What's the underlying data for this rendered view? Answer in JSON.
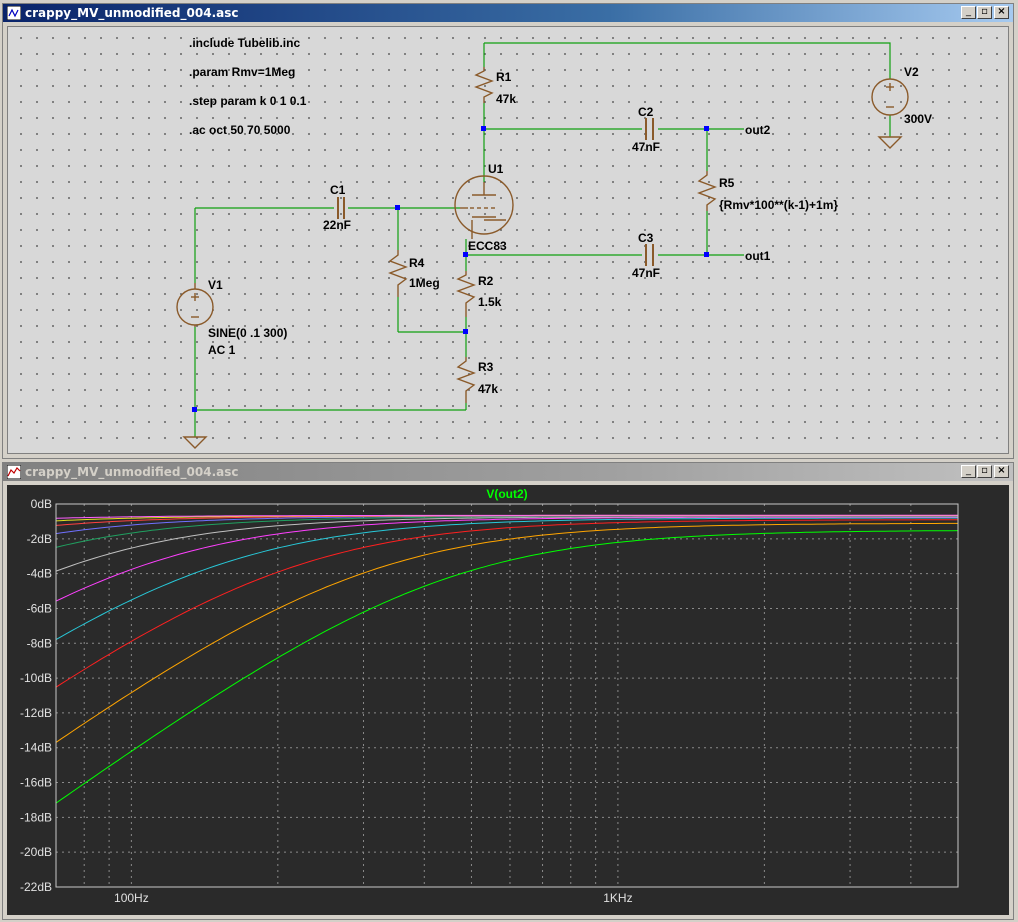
{
  "schematic_window": {
    "title": "crappy_MV_unmodified_004.asc",
    "directives": [
      ".include Tubelib.inc",
      ".param Rmv=1Meg",
      ".step param k 0 1 0.1",
      ".ac oct 50 70 5000"
    ],
    "components": {
      "r1_name": "R1",
      "r1_value": "47k",
      "r2_name": "R2",
      "r2_value": "1.5k",
      "r3_name": "R3",
      "r3_value": "47k",
      "r4_name": "R4",
      "r4_value": "1Meg",
      "r5_name": "R5",
      "r5_value": "{Rmv*100**(k-1)+1m}",
      "c1_name": "C1",
      "c1_value": "22nF",
      "c2_name": "C2",
      "c2_value": "47nF",
      "c3_name": "C3",
      "c3_value": "47nF",
      "v1_name": "V1",
      "v1_value1": "SINE(0 .1 300)",
      "v1_value2": "AC 1",
      "v2_name": "V2",
      "v2_value": "300V",
      "u1_name": "U1",
      "u1_value": "ECC83"
    },
    "net_labels": {
      "out2": "out2",
      "out1": "out1"
    }
  },
  "plot_window": {
    "title": "crappy_MV_unmodified_004.asc",
    "trace_title": "V(out2)",
    "trace_title_color": "#00ff00"
  },
  "chart_data": {
    "type": "line",
    "title": "V(out2)",
    "x_scale": "log",
    "xlim_hz": [
      70,
      5000
    ],
    "ylim_db": [
      -22,
      0
    ],
    "x_tick_labels": [
      {
        "hz": 100,
        "label": "100Hz"
      },
      {
        "hz": 1000,
        "label": "1KHz"
      }
    ],
    "y_tick_labels": [
      "0dB",
      "-2dB",
      "-4dB",
      "-6dB",
      "-8dB",
      "-10dB",
      "-12dB",
      "-14dB",
      "-16dB",
      "-18dB",
      "-20dB",
      "-22dB"
    ],
    "grid": true,
    "background": "#2a2a2a",
    "series": [
      {
        "color": "#00ff00",
        "fc_hz": 420,
        "plateau_db": -1.5
      },
      {
        "color": "#ffa500",
        "fc_hz": 290,
        "plateau_db": -1.1
      },
      {
        "color": "#ff2020",
        "fc_hz": 200,
        "plateau_db": -0.9
      },
      {
        "color": "#28c8d8",
        "fc_hz": 140,
        "plateau_db": -0.8
      },
      {
        "color": "#ff40ff",
        "fc_hz": 100,
        "plateau_db": -0.75
      },
      {
        "color": "#c0c0c0",
        "fc_hz": 72,
        "plateau_db": -0.72
      },
      {
        "color": "#20a060",
        "fc_hz": 50,
        "plateau_db": -0.7
      },
      {
        "color": "#7070ff",
        "fc_hz": 36,
        "plateau_db": -0.68
      },
      {
        "color": "#ff4040",
        "fc_hz": 26,
        "plateau_db": -0.67
      },
      {
        "color": "#e0e020",
        "fc_hz": 19,
        "plateau_db": -0.66
      },
      {
        "color": "#ff60ff",
        "fc_hz": 14,
        "plateau_db": -0.65
      }
    ]
  }
}
